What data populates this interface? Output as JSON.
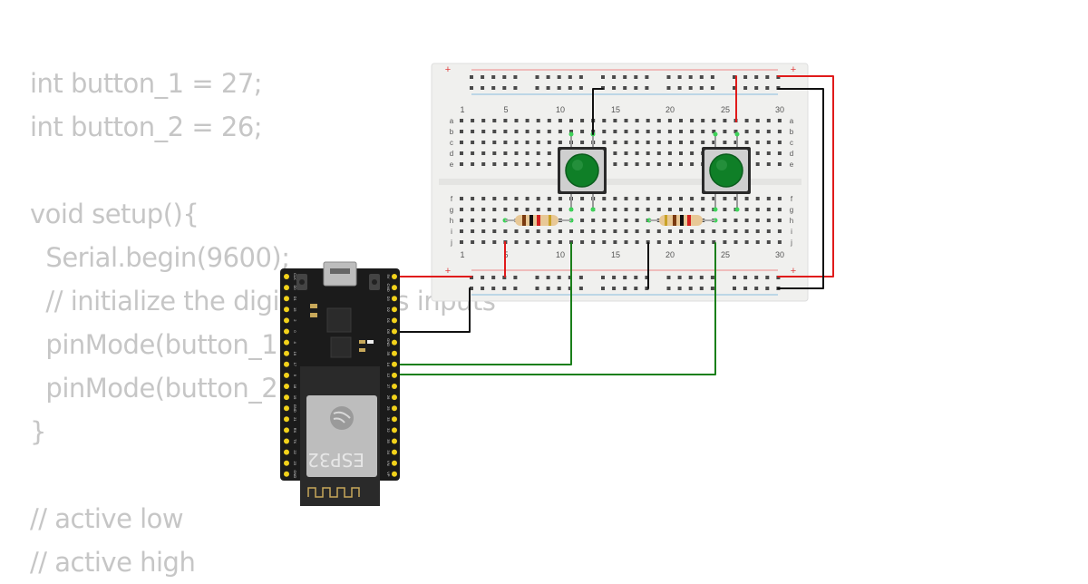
{
  "code_lines": [
    "int button_1 = 27;",
    "int button_2 = 26;",
    "",
    "void setup(){",
    "  Serial.begin(9600);",
    "  // initialize the digital pins as inputs",
    "  pinMode(button_1, INPUT);",
    "  pinMode(button_2, INPUT);",
    "}",
    "",
    "// active low",
    "// active high"
  ],
  "breadboard": {
    "column_numbers": [
      "1",
      "5",
      "10",
      "15",
      "20",
      "25",
      "30"
    ],
    "rows_top": [
      "a",
      "b",
      "c",
      "d",
      "e"
    ],
    "rows_bottom": [
      "f",
      "g",
      "h",
      "i",
      "j"
    ],
    "plus_sign": "+"
  },
  "esp32": {
    "label": "ESP32",
    "pins_right": [
      "5V",
      "CMD",
      "D3",
      "D2",
      "D1",
      "D0",
      "GND",
      "35",
      "14",
      "12",
      "27",
      "26",
      "25",
      "33",
      "32",
      "35",
      "34",
      "VN",
      "VP",
      "EN",
      "3V3"
    ],
    "pins_left": [
      "CLK",
      "D0",
      "D1",
      "15",
      "2",
      "0",
      "4",
      "16",
      "17",
      "5",
      "18",
      "19",
      "GND",
      "21",
      "RX",
      "TX",
      "22",
      "23",
      "GND"
    ]
  },
  "colors": {
    "wire_power": "#e01b1b",
    "wire_ground": "#111111",
    "wire_signal": "#1a7f1a",
    "button_cap": "#0f7f27",
    "breadboard": "#f0f0ee",
    "board": "#1b1b1b"
  }
}
